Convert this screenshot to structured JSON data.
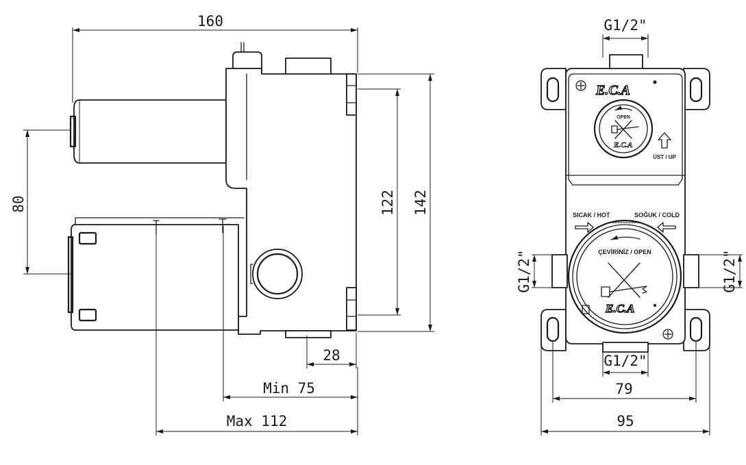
{
  "side_view": {
    "dimensions": {
      "overall_length": "160",
      "wall_depth": "80",
      "body_height_inner": "122",
      "body_height_outer": "142",
      "outlet": "28",
      "min_depth": "Min 75",
      "max_depth": "Max 112"
    }
  },
  "front_view": {
    "dimensions": {
      "top_connection": "G1/2\"",
      "bottom_connection": "G1/2\"",
      "left_connection": "G1/2\"",
      "right_connection": "G1/2\"",
      "inner_mount_width": "79",
      "outer_mount_width": "95"
    },
    "upper_valve": {
      "brand": "E.C.A",
      "open_label": "OPEN",
      "orientation_label": "ÜST / UP"
    },
    "lower_valve": {
      "hot_label": "SICAK / HOT",
      "cold_label": "SOĞUK / COLD",
      "turn_label": "ÇEVİRİNİZ / OPEN"
    }
  }
}
